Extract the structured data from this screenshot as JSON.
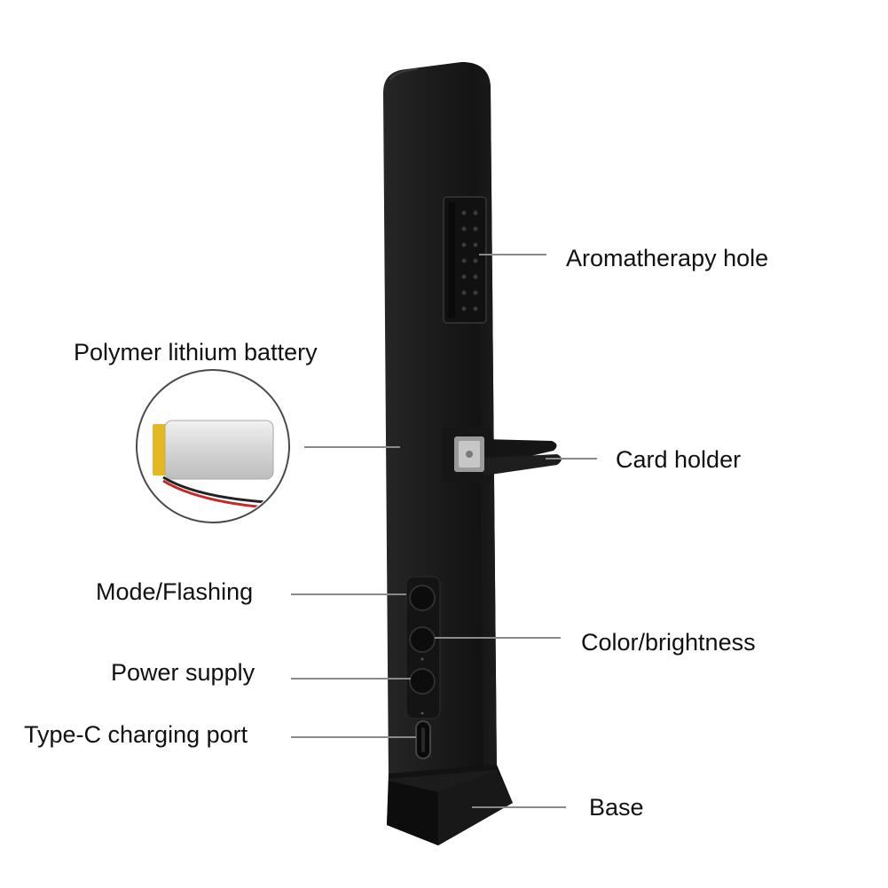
{
  "labels": {
    "aromatherapy_hole": "Aromatherapy hole",
    "polymer_battery": "Polymer lithium battery",
    "card_holder": "Card holder",
    "mode_flashing": "Mode/Flashing",
    "color_brightness": "Color/brightness",
    "power_supply": "Power supply",
    "type_c_port": "Type-C charging port",
    "base": "Base"
  },
  "colors": {
    "device_body": "#1b1b1b",
    "device_edge": "#2c2c2c",
    "leader_line": "#8a8a8a",
    "battery_wrap": "#d9d9d9",
    "battery_tab": "#e3b820"
  }
}
